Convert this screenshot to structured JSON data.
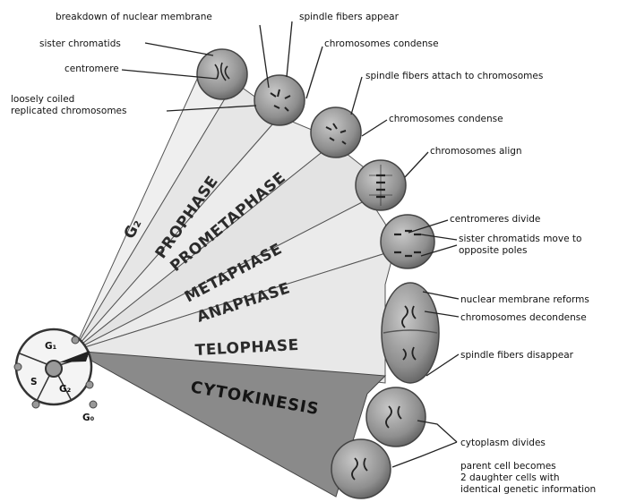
{
  "cycle": {
    "g2": "G₂",
    "g1": "G₁",
    "s": "S",
    "g0": "G₀"
  },
  "phases": {
    "g2": "G₂",
    "prophase": "PROPHASE",
    "prometaphase": "PROMETAPHASE",
    "metaphase": "METAPHASE",
    "anaphase": "ANAPHASE",
    "telophase": "TELOPHASE",
    "cytokinesis": "CYTOKINESIS"
  },
  "labels": {
    "breakdown": "breakdown of nuclear membrane",
    "spindle_appear": "spindle fibers appear",
    "sister_chromatids": "sister chromatids",
    "chrom_condense_1": "chromosomes condense",
    "centromere": "centromere",
    "spindle_attach": "spindle fibers attach to chromosomes",
    "loosely_1": "loosely coiled",
    "loosely_2": "replicated chromosomes",
    "chrom_condense_2": "chromosomes condense",
    "chrom_align": "chromosomes align",
    "centromeres_divide": "centromeres divide",
    "sister_move_1": "sister chromatids move to",
    "sister_move_2": "opposite poles",
    "nuclear_reform": "nuclear membrane reforms",
    "chrom_decondense": "chromosomes decondense",
    "spindle_disappear": "spindle fibers disappear",
    "cyto_divides": "cytoplasm divides",
    "parent_1": "parent cell becomes",
    "parent_2": "2 daughter cells with",
    "parent_3": "identical genetic information"
  },
  "colors": {
    "cell_fill": "#8f8f8f",
    "cell_dark": "#5d5d5d",
    "ray_light": "#e9e9e9",
    "ray_mid": "#d8d8d8",
    "ray_dark": "#7d7d7d"
  }
}
